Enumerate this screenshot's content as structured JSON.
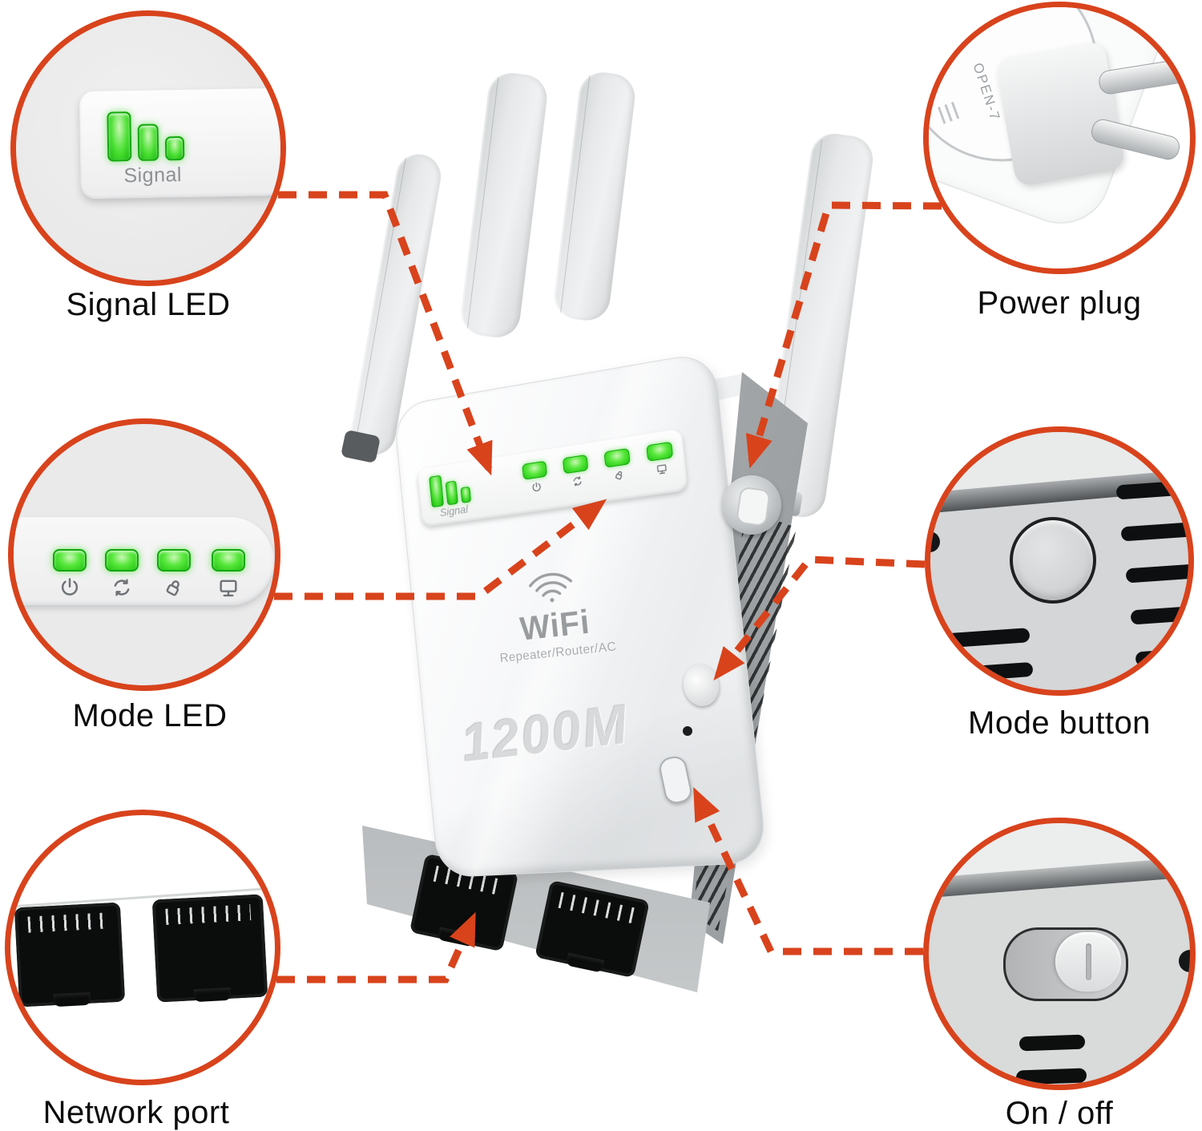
{
  "meta": {
    "type": "annotated-product-diagram",
    "accent_color": "#d8431c",
    "led_color": "#4ae032",
    "background_color": "#ffffff"
  },
  "device": {
    "logo_text": "WiFi",
    "logo_subtitle": "Repeater/Router/AC",
    "speed_label": "1200M",
    "signal_label": "Signal",
    "antenna_count": 4,
    "mode_led_count": 4,
    "signal_bar_count": 3,
    "mode_icons": [
      "power-icon",
      "repeat-icon",
      "wps-lock-icon",
      "lan-monitor-icon"
    ],
    "logo_icon": "wifi-arcs-icon"
  },
  "callouts": {
    "signal_led": {
      "label": "Signal LED",
      "panel_label": "Signal",
      "bar_count": 3
    },
    "power_plug": {
      "label": "Power plug",
      "plug_text": "OPEN-7"
    },
    "mode_led": {
      "label": "Mode LED",
      "led_count": 4
    },
    "mode_button": {
      "label": "Mode button"
    },
    "network_port": {
      "label": "Network port",
      "port_count": 2
    },
    "on_off": {
      "label": "On / off",
      "switch_state": "on"
    }
  }
}
